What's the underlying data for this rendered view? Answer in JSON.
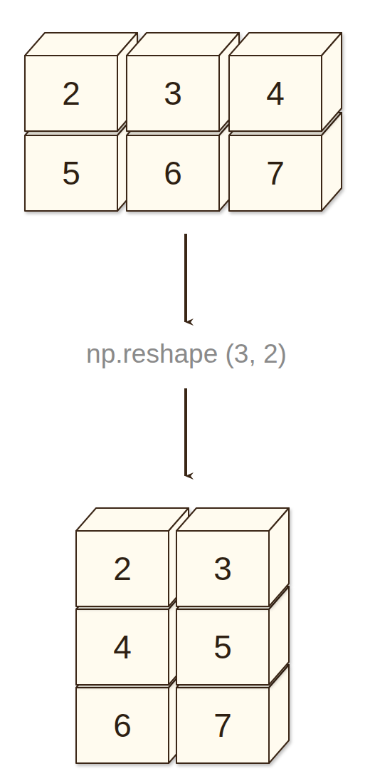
{
  "diagram": {
    "nodes": [
      {
        "text": [
          "2"
        ]
      },
      {
        "text": [
          "3"
        ]
      },
      {
        "text": [
          "4"
        ]
      },
      {
        "text": [
          "5"
        ]
      },
      {
        "text": [
          "6"
        ]
      },
      {
        "text": [
          "7"
        ]
      },
      {
        "text": [
          "2"
        ]
      },
      {
        "text": [
          "3"
        ]
      },
      {
        "text": [
          "4"
        ]
      },
      {
        "text": [
          "5"
        ]
      },
      {
        "text": [
          "6"
        ]
      },
      {
        "text": [
          "7"
        ]
      }
    ],
    "labels": [
      "np.reshape (3, 2)"
    ]
  }
}
